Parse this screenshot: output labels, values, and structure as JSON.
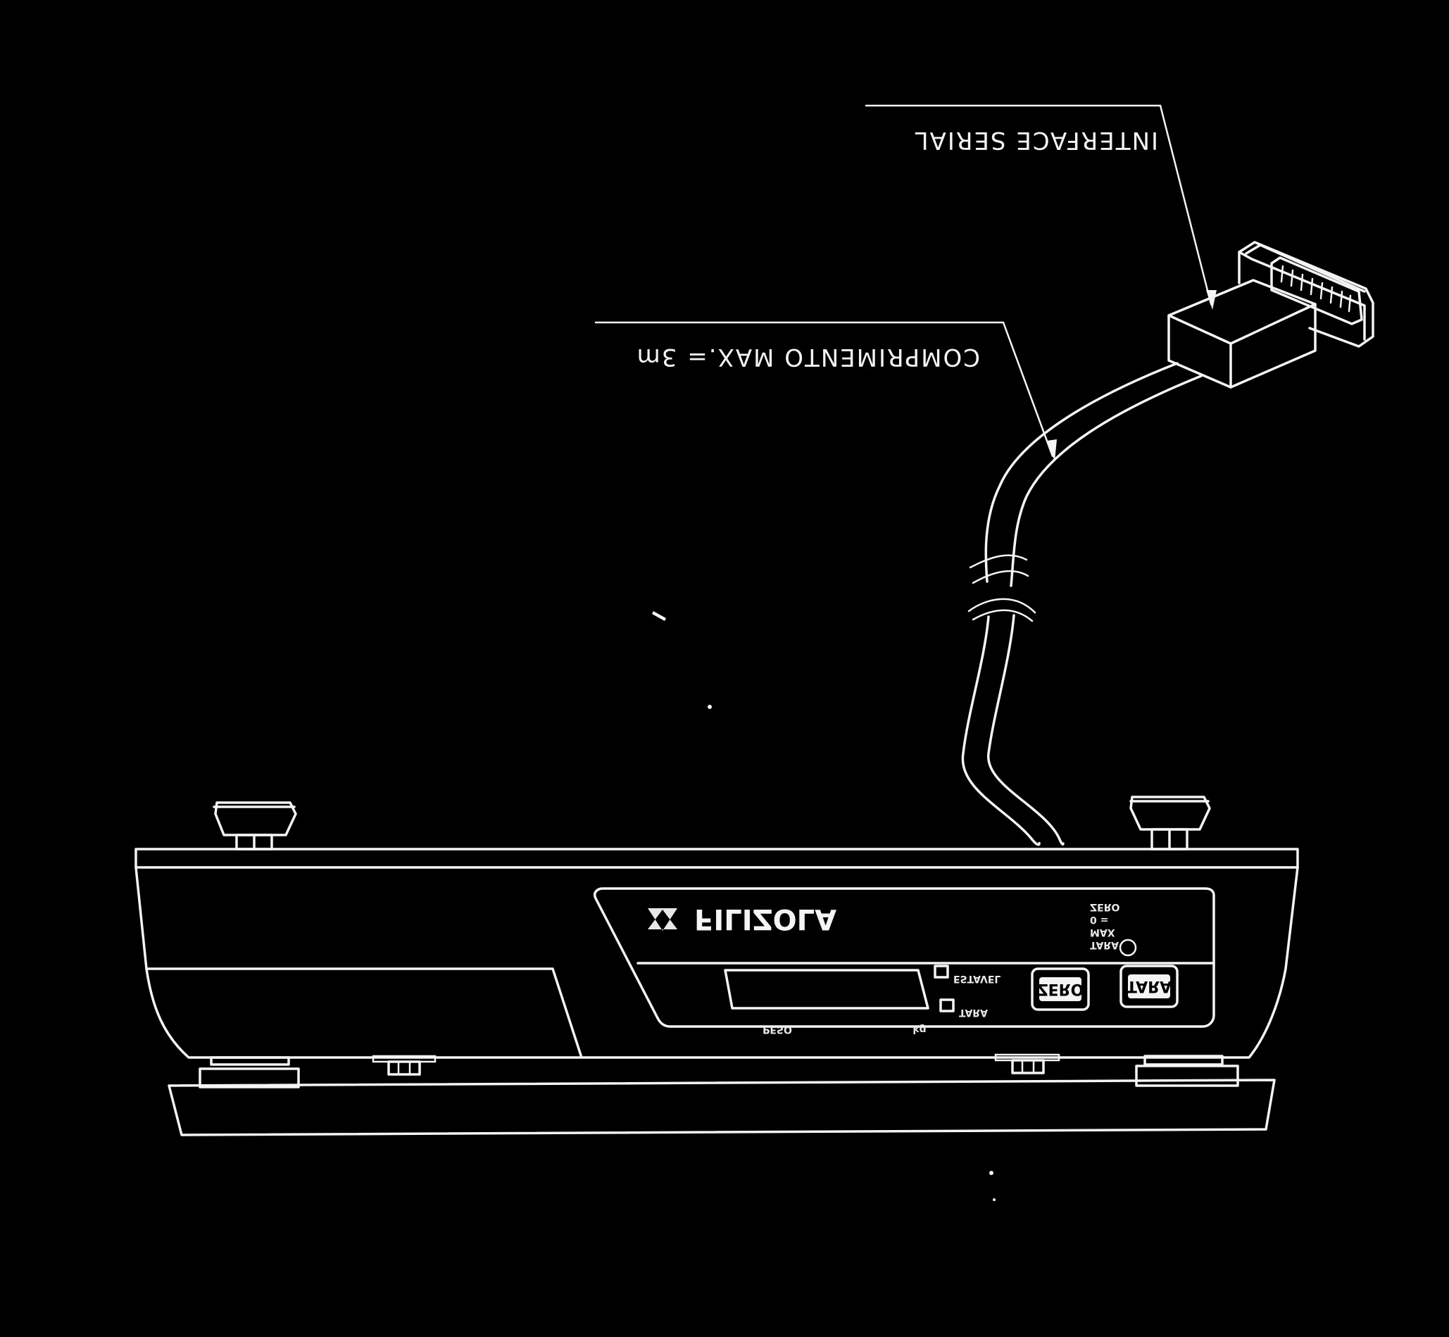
{
  "callouts": {
    "interface": "INTERFACE SERIAL",
    "cable_length": "COMPRIMENTO MAX.= 3m"
  },
  "panel": {
    "brand": "FILIZOLA",
    "spec_lines": [
      "ZERO",
      "0 =",
      "MAX",
      "TARA"
    ],
    "indicator_top": "ESTAVEL",
    "indicator_bottom": "TARA",
    "display_label": "PESO",
    "display_unit": "kg",
    "button_zero": "ZERO",
    "button_tara": "TARA"
  },
  "colors": {
    "background": "#000000",
    "line": "#f4f4f4"
  }
}
